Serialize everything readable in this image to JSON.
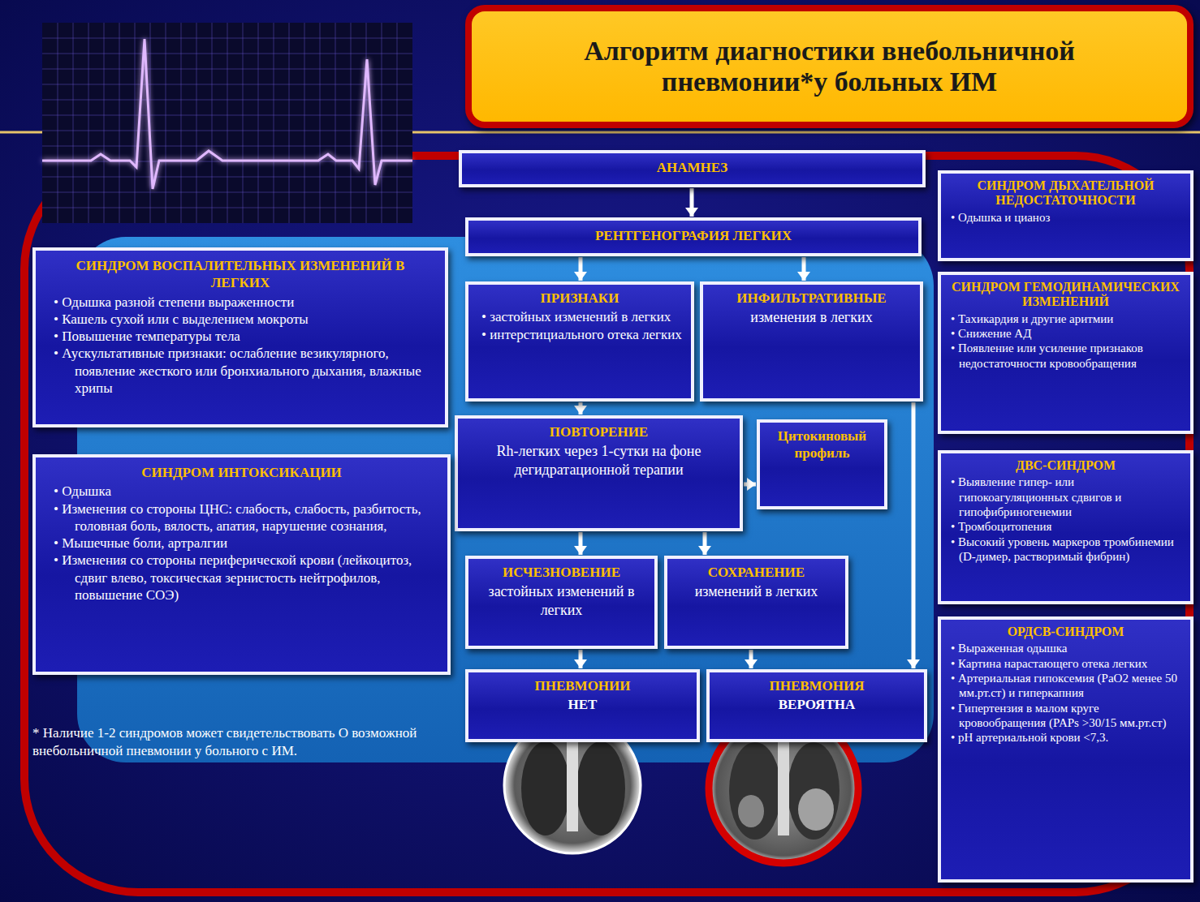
{
  "diagram": {
    "title": "Алгоритм диагностики внебольничной пневмонии*у больных ИМ",
    "nodes": [
      {
        "text": [
          "АНАМНЕЗ"
        ]
      },
      {
        "text": [
          "РЕНТГЕНОГРАФИЯ ЛЕГКИХ"
        ]
      },
      {
        "text": [
          "ПРИЗНАКИ",
          "• застойных изменений в легких",
          "• интерстициального отека легких"
        ]
      },
      {
        "text": [
          "ИНФИЛЬТРАТИВНЫЕ",
          "изменения в легких"
        ]
      },
      {
        "text": [
          "ПОВТОРЕНИЕ",
          "Rh-легких через 1-сутки на фоне дегидратационной терапии"
        ]
      },
      {
        "text": [
          "Цитокиновый профиль"
        ]
      },
      {
        "text": [
          "ИСЧЕЗНОВЕНИЕ",
          "застойных изменений в легких"
        ]
      },
      {
        "text": [
          "СОХРАНЕНИЕ",
          "изменений в легких"
        ]
      },
      {
        "text": [
          "ПНЕВМОНИИ",
          "НЕТ"
        ]
      },
      {
        "text": [
          "ПНЕВМОНИЯ",
          "ВЕРОЯТНА"
        ]
      },
      {
        "text": [
          "СИНДРОМ ВОСПАЛИТЕЛЬНЫХ ИЗМЕНЕНИЙ В ЛЕГКИХ",
          "• Одышка разной степени выраженности",
          "• Кашель сухой или с выделением мокроты",
          "• Повышение температуры тела",
          "• Аускультативные признаки: ослабление везикулярного, появление жесткого или бронхиального дыхания, влажные хрипы"
        ]
      },
      {
        "text": [
          "СИНДРОМ ИНТОКСИКАЦИИ",
          "• Одышка",
          "• Изменения со стороны ЦНС: слабость, слабость, разбитость, головная боль, вялость, апатия, нарушение сознания,",
          "• Мышечные боли, артралгии",
          "• Изменения со стороны периферической крови (лейкоцитоз, сдвиг влево, токсическая зернистость нейтрофилов, повышение СОЭ)"
        ]
      },
      {
        "text": [
          "СИНДРОМ ДЫХАТЕЛЬНОЙ НЕДОСТАТОЧНОСТИ",
          "• Одышка и цианоз"
        ]
      },
      {
        "text": [
          "СИНДРОМ ГЕМОДИНАМИЧЕСКИХ ИЗМЕНЕНИЙ",
          "• Тахикардия и другие аритмии",
          "• Снижение АД",
          "• Появление или усиление признаков недостаточности кровообращения"
        ]
      },
      {
        "text": [
          "ДВС-СИНДРОМ",
          "• Выявление гипер- или гипокоагуляционных сдвигов и гипофибриногенемии",
          "• Тромбоцитопения",
          "• Высокий уровень маркеров тромбинемии (D-димер, растворимый фибрин)"
        ]
      },
      {
        "text": [
          "ОРДСВ-СИНДРОМ",
          "• Выраженная одышка",
          "• Картина нарастающего отека легких",
          "• Артериальная гипоксемия (PaO2 менее 50 мм.рт.ст) и гиперкапния",
          "• Гипертензия в малом круге кровообращения (PAPs >30/15 мм.рт.ст)",
          "• pH артериальной крови <7,3."
        ]
      }
    ],
    "edges": [
      {
        "from": 0,
        "to": 1,
        "arrow": "to"
      },
      {
        "from": 1,
        "to": 2,
        "arrow": "to"
      },
      {
        "from": 1,
        "to": 3,
        "arrow": "to"
      },
      {
        "from": 2,
        "to": 4,
        "arrow": "to"
      },
      {
        "from": 4,
        "to": 5,
        "arrow": "to"
      },
      {
        "from": 4,
        "to": 6,
        "arrow": "to"
      },
      {
        "from": 4,
        "to": 7,
        "arrow": "to"
      },
      {
        "from": 6,
        "to": 8,
        "arrow": "to"
      },
      {
        "from": 7,
        "to": 9,
        "arrow": "to"
      },
      {
        "from": 3,
        "to": 9,
        "arrow": "to"
      }
    ],
    "labels": [
      "* Наличие 1-2 синдромов может свидетельствовать О возможной внебольничной пневмонии у больного с ИМ."
    ]
  }
}
